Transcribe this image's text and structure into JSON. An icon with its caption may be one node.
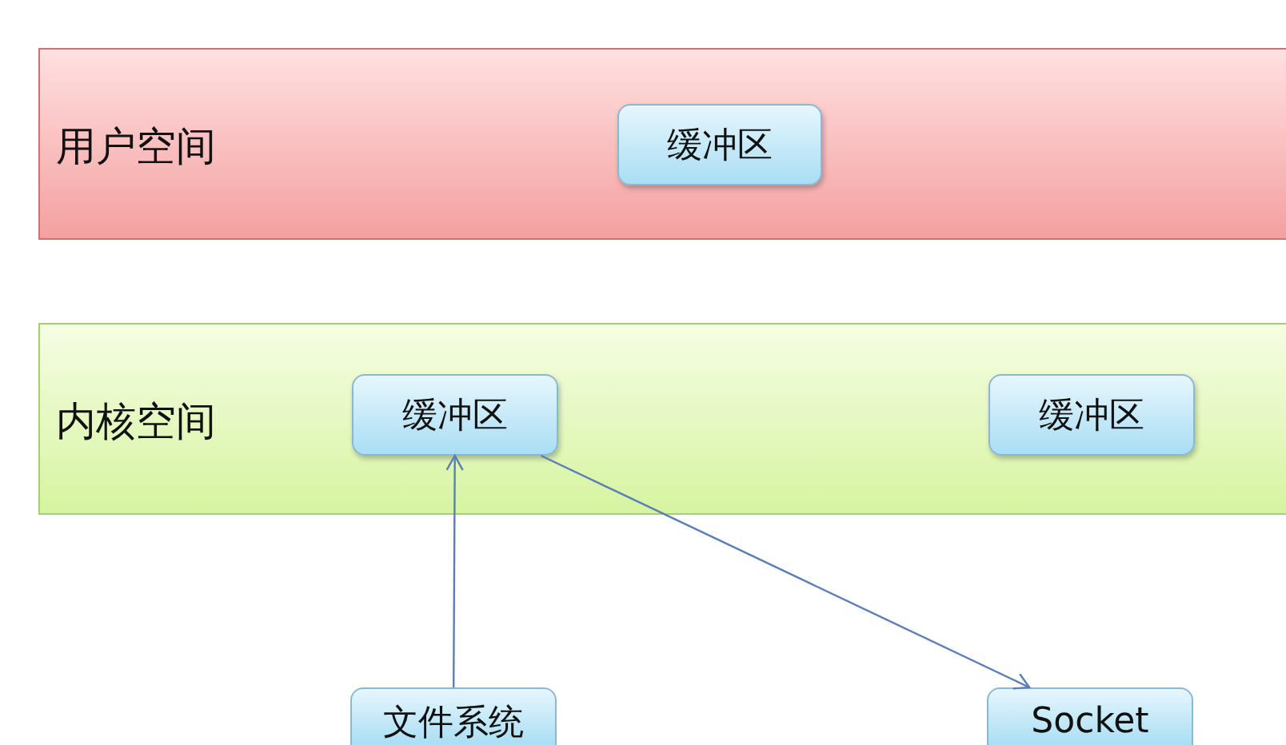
{
  "diagram": {
    "nodes": [
      {
        "text": [
          "用户空间"
        ]
      },
      {
        "text": [
          "缓冲区"
        ],
        "in": 0
      },
      {
        "text": [
          "内核空间"
        ]
      },
      {
        "text": [
          "缓冲区"
        ],
        "in": 2
      },
      {
        "text": [
          "缓冲区"
        ],
        "in": 2
      },
      {
        "text": [
          "文件系统"
        ]
      },
      {
        "text": [
          "Socket"
        ]
      }
    ],
    "edges": [
      {
        "from": 5,
        "to": 3,
        "arrow": "to"
      },
      {
        "from": 3,
        "to": 6,
        "arrow": "to"
      }
    ]
  }
}
